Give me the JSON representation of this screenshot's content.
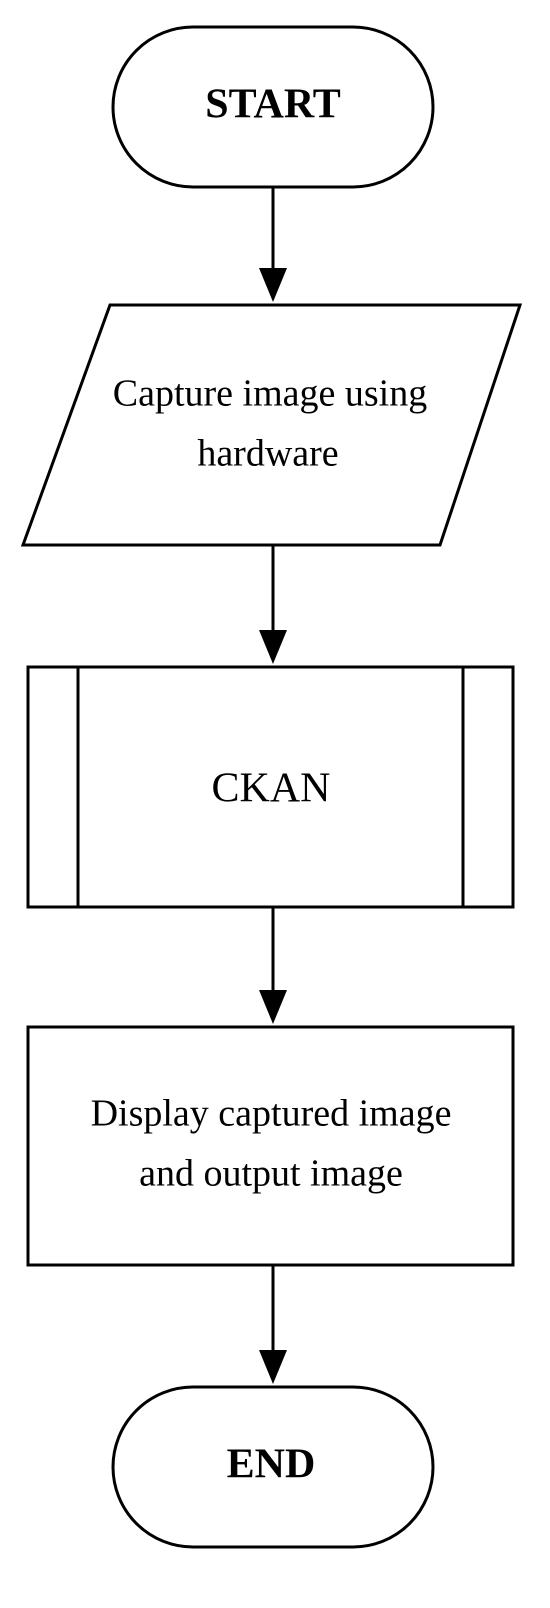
{
  "flowchart": {
    "start": {
      "label": "START"
    },
    "capture": {
      "lines": [
        "Capture image using",
        "hardware"
      ]
    },
    "process": {
      "label": "CKAN"
    },
    "display": {
      "lines": [
        "Display captured image",
        "and output image"
      ]
    },
    "end": {
      "label": "END"
    }
  },
  "colors": {
    "stroke": "#000000",
    "fill": "#ffffff"
  }
}
